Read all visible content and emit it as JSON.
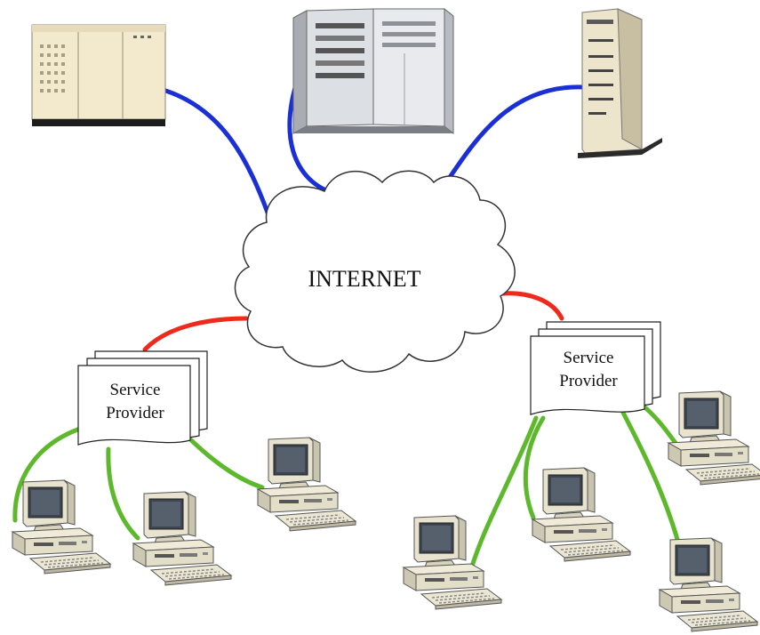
{
  "diagram": {
    "cloud_label": "INTERNET",
    "provider_left": {
      "line1": "Service",
      "line2": "Provider"
    },
    "provider_right": {
      "line1": "Service",
      "line2": "Provider"
    }
  },
  "colors": {
    "server_link": "#1a2fd6",
    "provider_link": "#ee2a1c",
    "client_link": "#5db82c",
    "background": "#ffffff"
  },
  "icons": {
    "servers": [
      "mainframe-cabinet-icon",
      "server-rack-icon",
      "tower-server-icon"
    ],
    "clients": "desktop-computer-icon"
  }
}
